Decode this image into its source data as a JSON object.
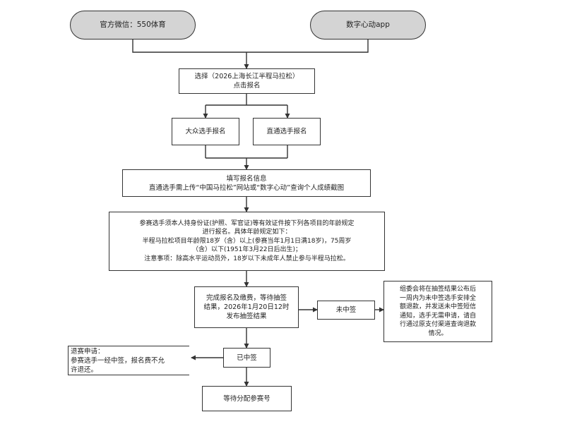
{
  "sources": {
    "wechat": "官方微信：550体育",
    "app": "数字心动app"
  },
  "select_step": {
    "line1": "选择（2026上海长江半程马拉松）",
    "line2": "点击报名"
  },
  "entry_types": {
    "public": "大众选手报名",
    "direct": "直通选手报名"
  },
  "fill_info": {
    "line1": "填写报名信息",
    "line2": "直通选手需上传“中国马拉松”网站或“数字心动”查询个人成绩截图"
  },
  "requirements": {
    "line1": "参赛选手须本人持身份证(护照、军官证)等有效证件按下列各项目的年龄规定",
    "line2": "进行报名。具体年龄规定如下：",
    "line3": "半程马拉松项目年龄限18岁（含）以上(参赛当年1月1日满18岁)，75周岁",
    "line4": "（含）以下(1951年3月22日后出生)；",
    "line5": "注意事项：除高水平运动员外，18岁以下未成年人禁止参与半程马拉松。"
  },
  "payment": {
    "line1": "完成报名及缴费，等待抽签",
    "line2": "结果，2026年1月20日12时",
    "line3": "发布抽签结果"
  },
  "not_selected": {
    "label": "未中签",
    "note_line1": "组委会将在抽签结果公布后",
    "note_line2": "一周内为未中签选手安排全",
    "note_line3": "额退款，并发送未中签短信",
    "note_line4": "通知，选手无需申请，请自",
    "note_line5": "行通过原支付渠道查询退款",
    "note_line6": "情况。"
  },
  "selected": {
    "label": "已中签",
    "refund_title": "退赛申请：",
    "refund_line1": "参赛选手一经中签，报名费不允",
    "refund_line2": "许退还。"
  },
  "final": {
    "label": "等待分配参赛号"
  }
}
